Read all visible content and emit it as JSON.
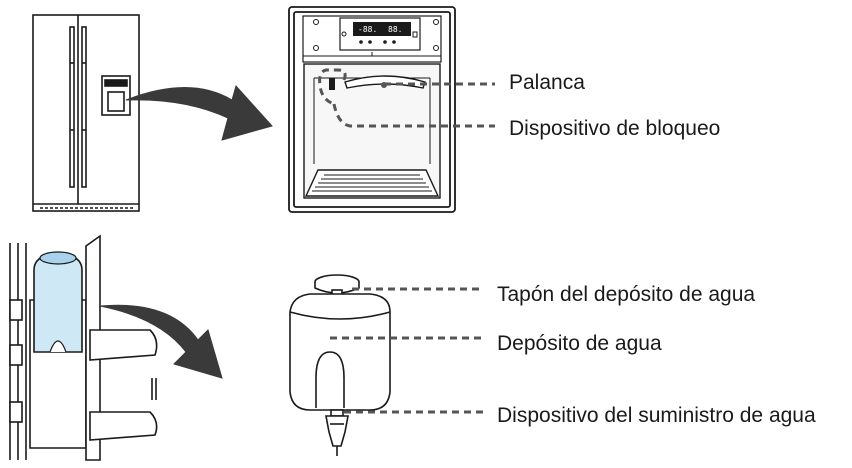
{
  "display": {
    "left_readout": "-88.",
    "right_readout": "88."
  },
  "labels": {
    "lever": "Palanca",
    "lock_device": "Dispositivo de bloqueo",
    "tank_cap": "Tapón del depósito de agua",
    "water_tank": "Depósito de agua",
    "supply_device": "Dispositivo del suministro de agua"
  },
  "colors": {
    "tank_blue": "#cfe8f6",
    "arrow": "#3a3a3a",
    "line": "#1a1a1a"
  }
}
